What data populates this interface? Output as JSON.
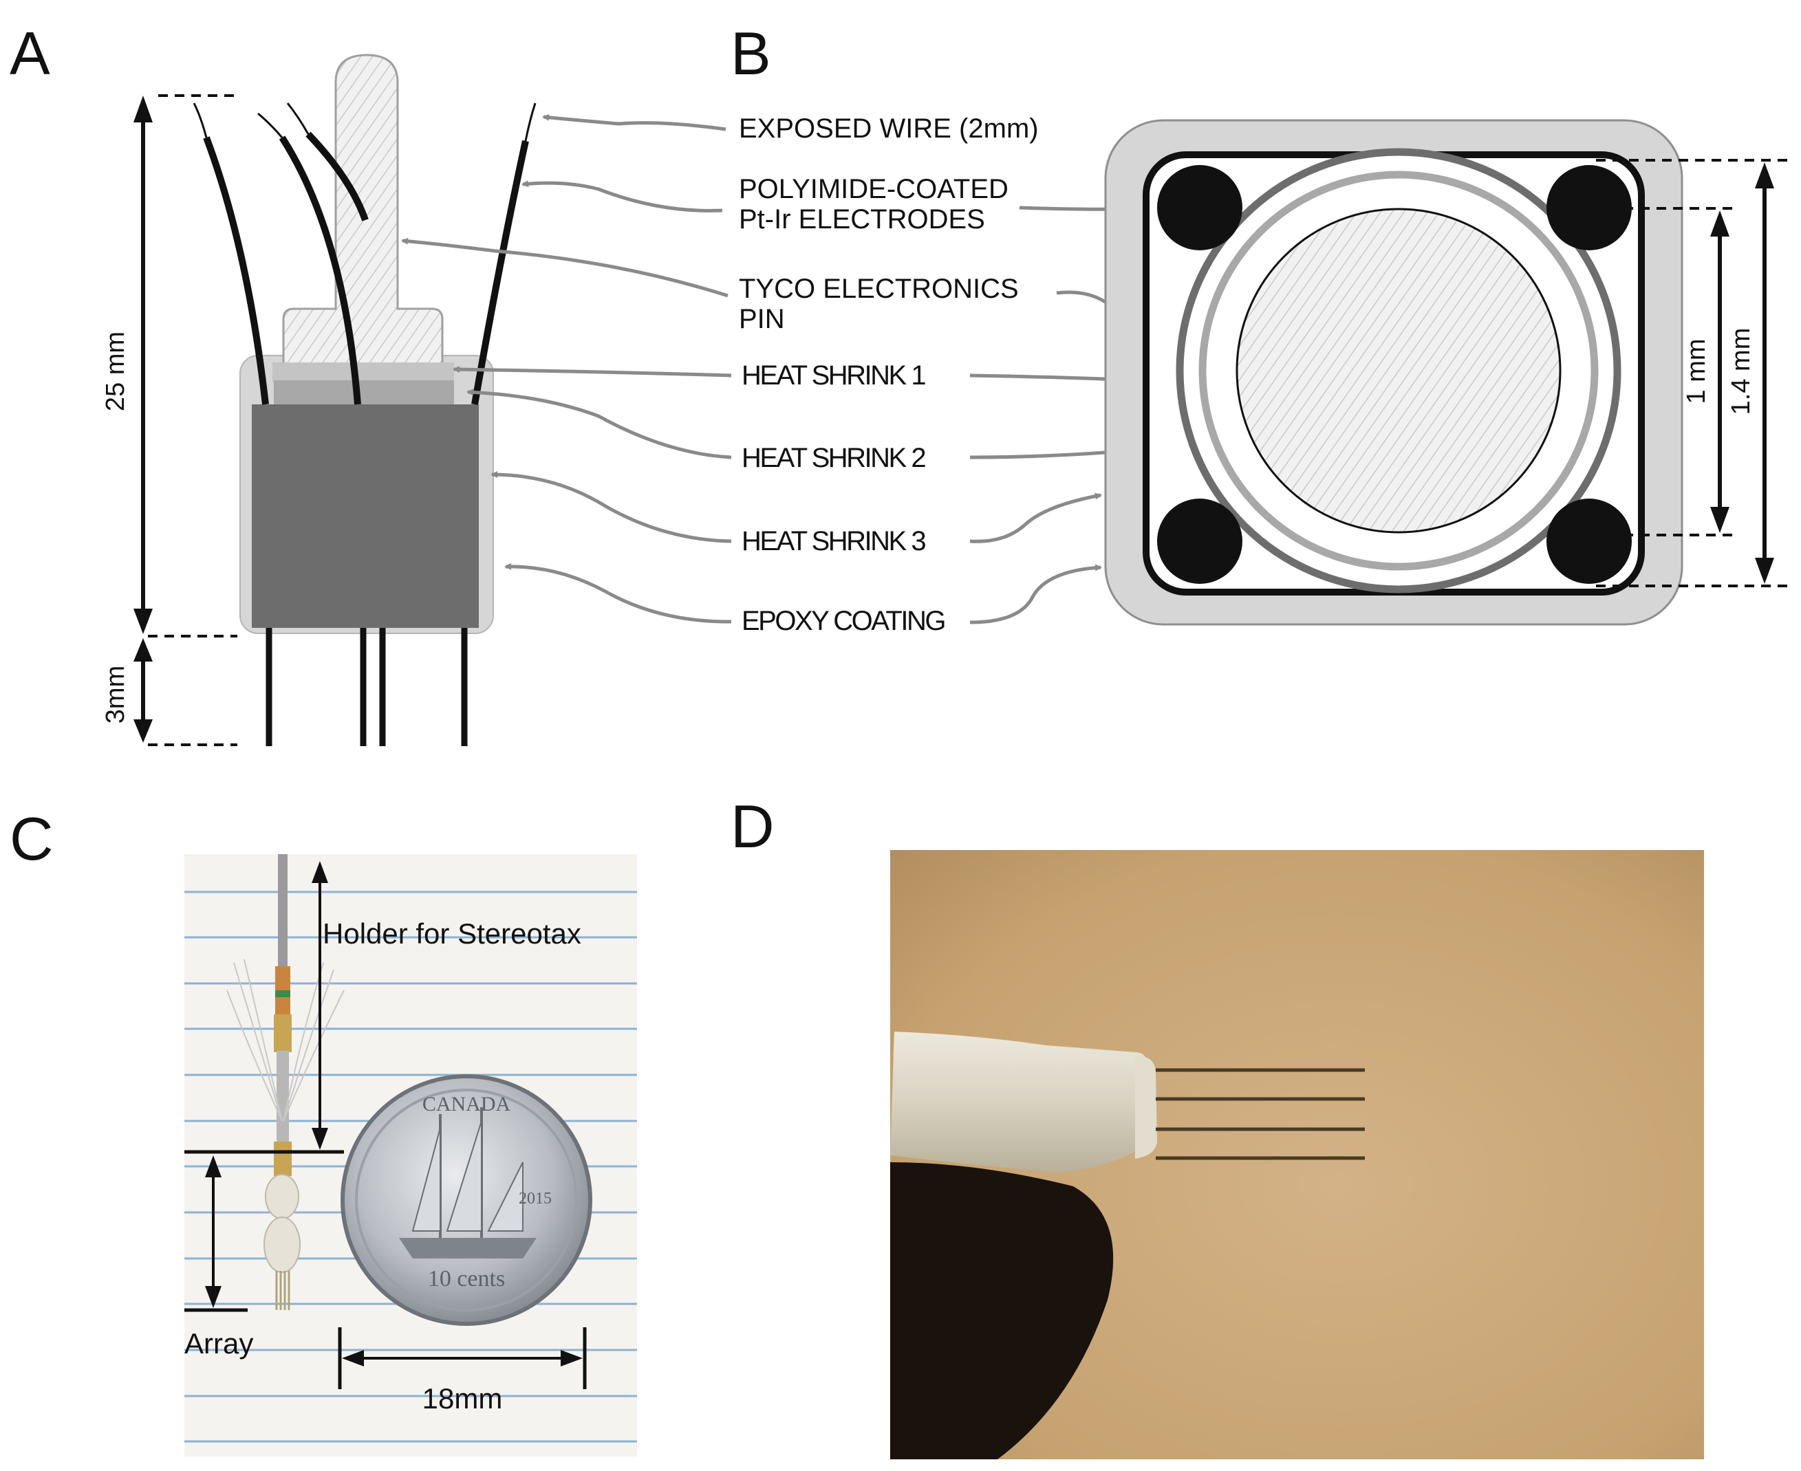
{
  "panels": {
    "a": "A",
    "b": "B",
    "c": "C",
    "d": "D"
  },
  "panel_a": {
    "dim_total": "25 mm",
    "dim_tip": "3mm"
  },
  "labels": {
    "exposed_wire": "EXPOSED WIRE (2mm)",
    "electrodes_1": "POLYIMIDE-COATED",
    "electrodes_2": "Pt-Ir ELECTRODES",
    "pin_1": "TYCO ELECTRONICS",
    "pin_2": "PIN",
    "heat_shrink_1": "HEAT SHRINK 1",
    "heat_shrink_2": "HEAT SHRINK 2",
    "heat_shrink_3": "HEAT SHRINK 3",
    "epoxy": "EPOXY COATING"
  },
  "panel_b": {
    "dim_inner": "1 mm",
    "dim_outer": "1.4 mm"
  },
  "panel_c": {
    "holder": "Holder for Stereotax",
    "array": "Array",
    "coin_width": "18mm",
    "coin_country": "CANADA",
    "coin_year": "2015",
    "coin_value": "10 cents"
  },
  "colors": {
    "arrow_gray": "#8a8a8a",
    "epoxy_fill": "#d6d6d6",
    "shrink3_fill": "#6d6d6d",
    "shrink2_fill": "#a8a8a8",
    "shrink1_fill": "#c4c4c4",
    "photo_d_bg": "#c9a678",
    "photo_c_paper": "#f4f3f0"
  }
}
